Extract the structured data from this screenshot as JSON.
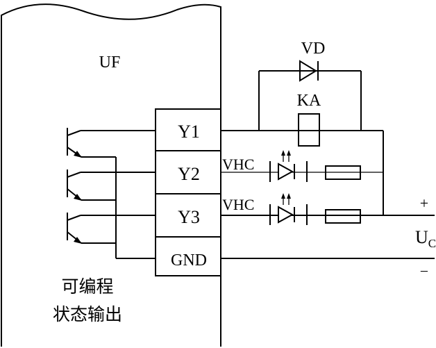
{
  "module": {
    "name": "UF",
    "caption_line1": "可编程",
    "caption_line2": "状态输出"
  },
  "terminals": [
    "Y1",
    "Y2",
    "Y3",
    "GND"
  ],
  "components": {
    "diode": "VD",
    "relay": "KA",
    "optocoupler_1": "VHC",
    "optocoupler_2": "VHC"
  },
  "supply": {
    "plus": "+",
    "minus": "−",
    "label": "U",
    "label_sub": "C"
  }
}
